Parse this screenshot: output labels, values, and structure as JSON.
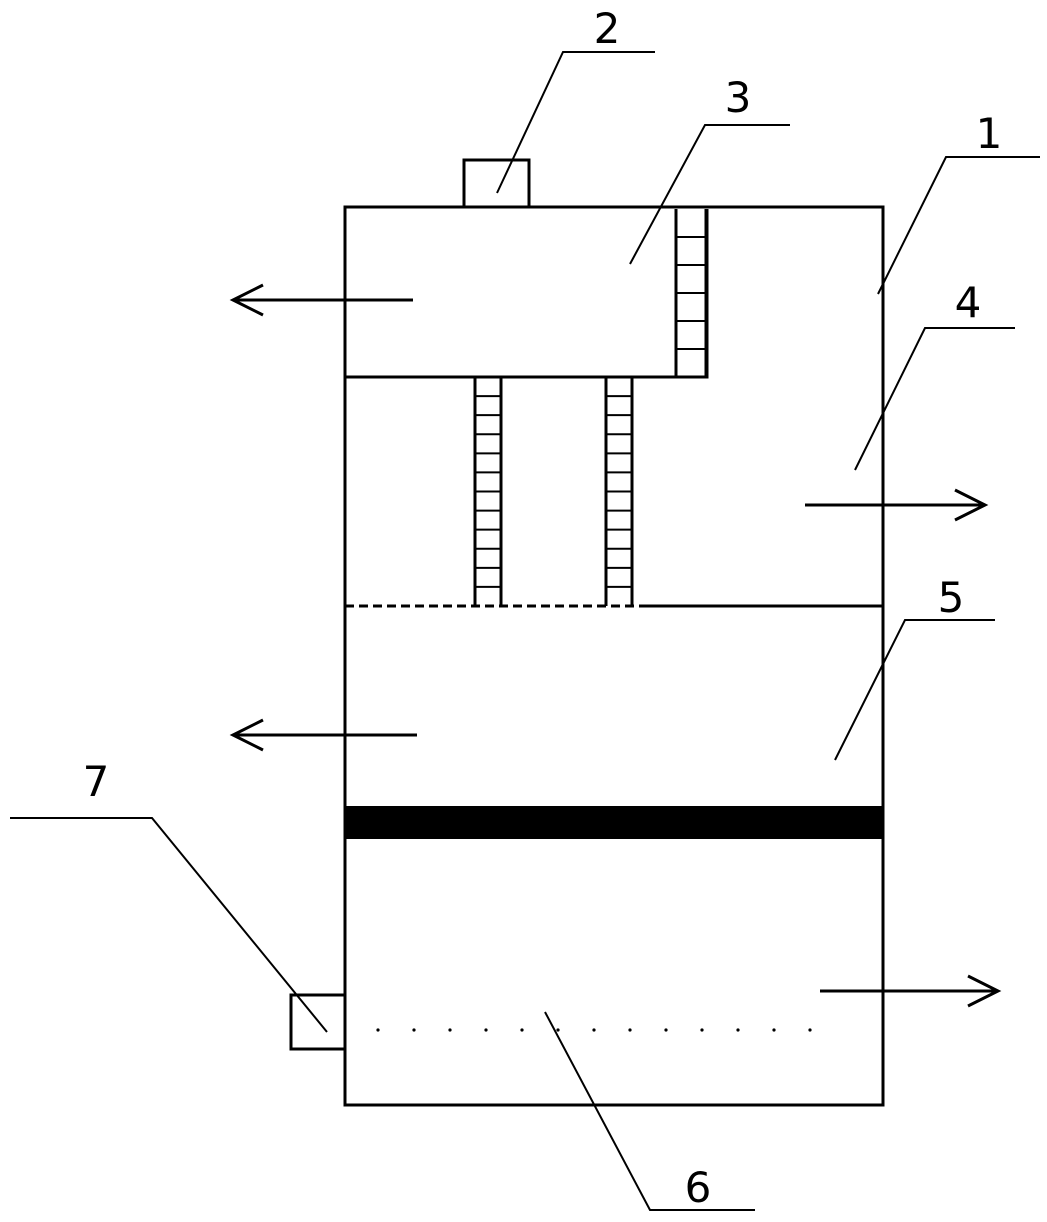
{
  "figure": {
    "ink_color": "#000000",
    "paper_color": "#ffffff",
    "callouts": [
      "1",
      "2",
      "3",
      "4",
      "5",
      "6",
      "7"
    ],
    "flow_arrows": [
      {
        "direction": "left"
      },
      {
        "direction": "right"
      },
      {
        "direction": "left"
      },
      {
        "direction": "right"
      }
    ]
  }
}
